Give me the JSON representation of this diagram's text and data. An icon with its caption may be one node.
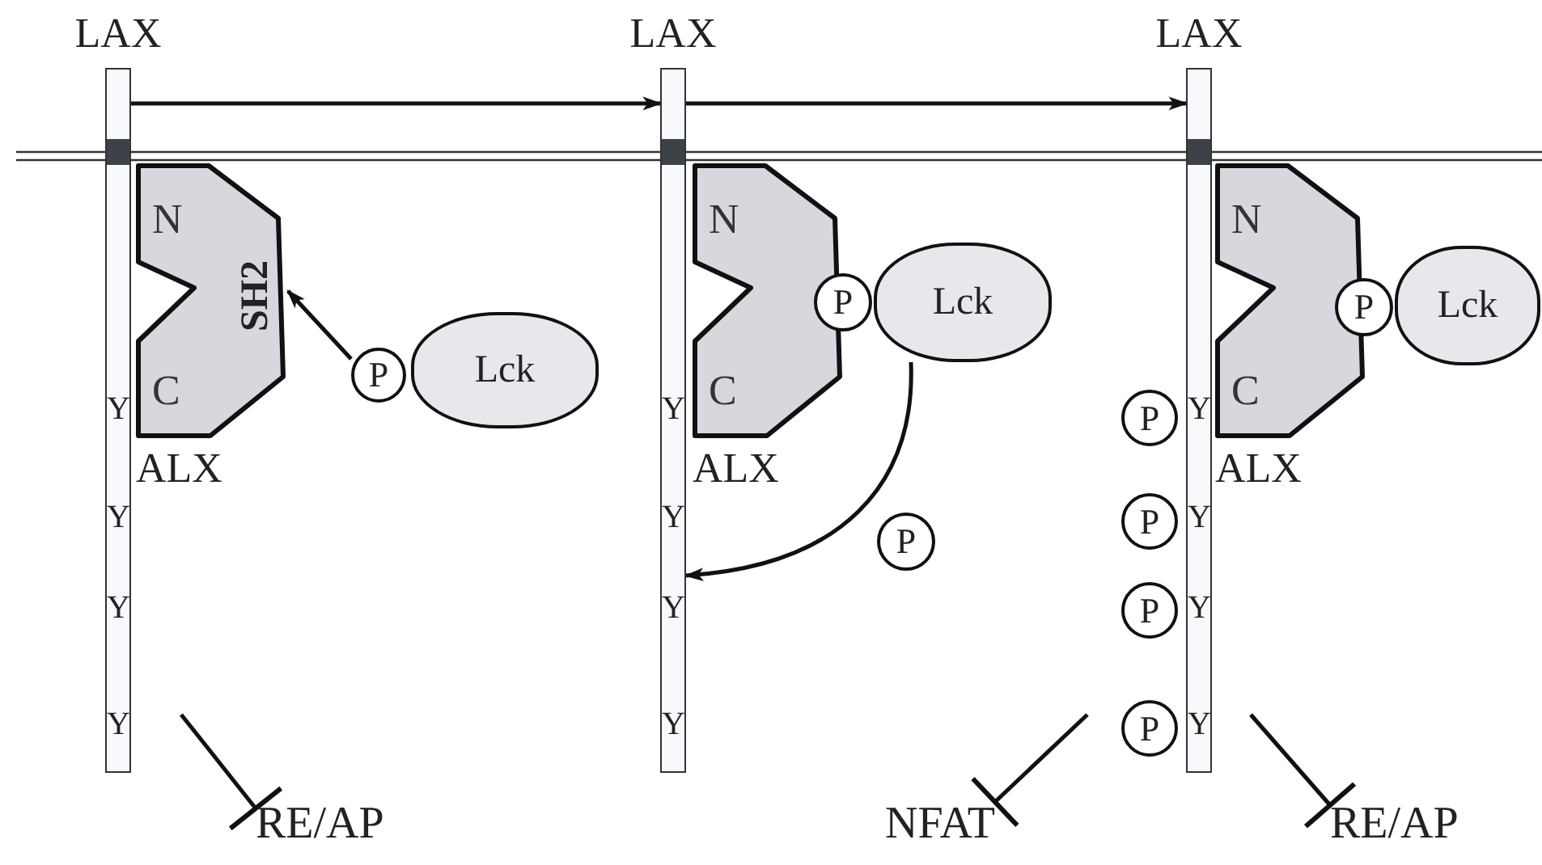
{
  "diagram": {
    "nodes": [
      {
        "text": [
          "LAX"
        ]
      },
      {
        "text": [
          "N",
          "SH2",
          "C",
          "ALX"
        ]
      },
      {
        "text": [
          "P"
        ]
      },
      {
        "text": [
          "Lck"
        ]
      },
      {
        "text": [
          "RE/AP"
        ]
      },
      {
        "text": [
          "LAX"
        ]
      },
      {
        "text": [
          "N",
          "C",
          "ALX"
        ]
      },
      {
        "text": [
          "P"
        ]
      },
      {
        "text": [
          "Lck"
        ]
      },
      {
        "text": [
          "P"
        ]
      },
      {
        "text": [
          "LAX"
        ]
      },
      {
        "text": [
          "N",
          "C",
          "ALX"
        ]
      },
      {
        "text": [
          "P"
        ]
      },
      {
        "text": [
          "Lck"
        ]
      },
      {
        "text": [
          "P"
        ]
      },
      {
        "text": [
          "P"
        ]
      },
      {
        "text": [
          "P"
        ]
      },
      {
        "text": [
          "P"
        ]
      },
      {
        "text": [
          "NFAT"
        ]
      },
      {
        "text": [
          "RE/AP"
        ]
      }
    ],
    "edges": [
      {
        "from": 0,
        "to": 5,
        "arrow": "to"
      },
      {
        "from": 5,
        "to": 10,
        "arrow": "to"
      },
      {
        "from": 2,
        "to": 1,
        "arrow": "to"
      },
      {
        "from": null,
        "to": 4,
        "arrow": "other"
      },
      {
        "from": 8,
        "to": 5,
        "arrow": "to"
      },
      {
        "from": null,
        "to": 18,
        "arrow": "other"
      },
      {
        "from": null,
        "to": 19,
        "arrow": "other"
      }
    ],
    "labels": [
      "Y",
      "Y",
      "Y",
      "Y",
      "Y",
      "Y",
      "Y",
      "Y",
      "Y",
      "Y",
      "Y",
      "Y"
    ]
  }
}
